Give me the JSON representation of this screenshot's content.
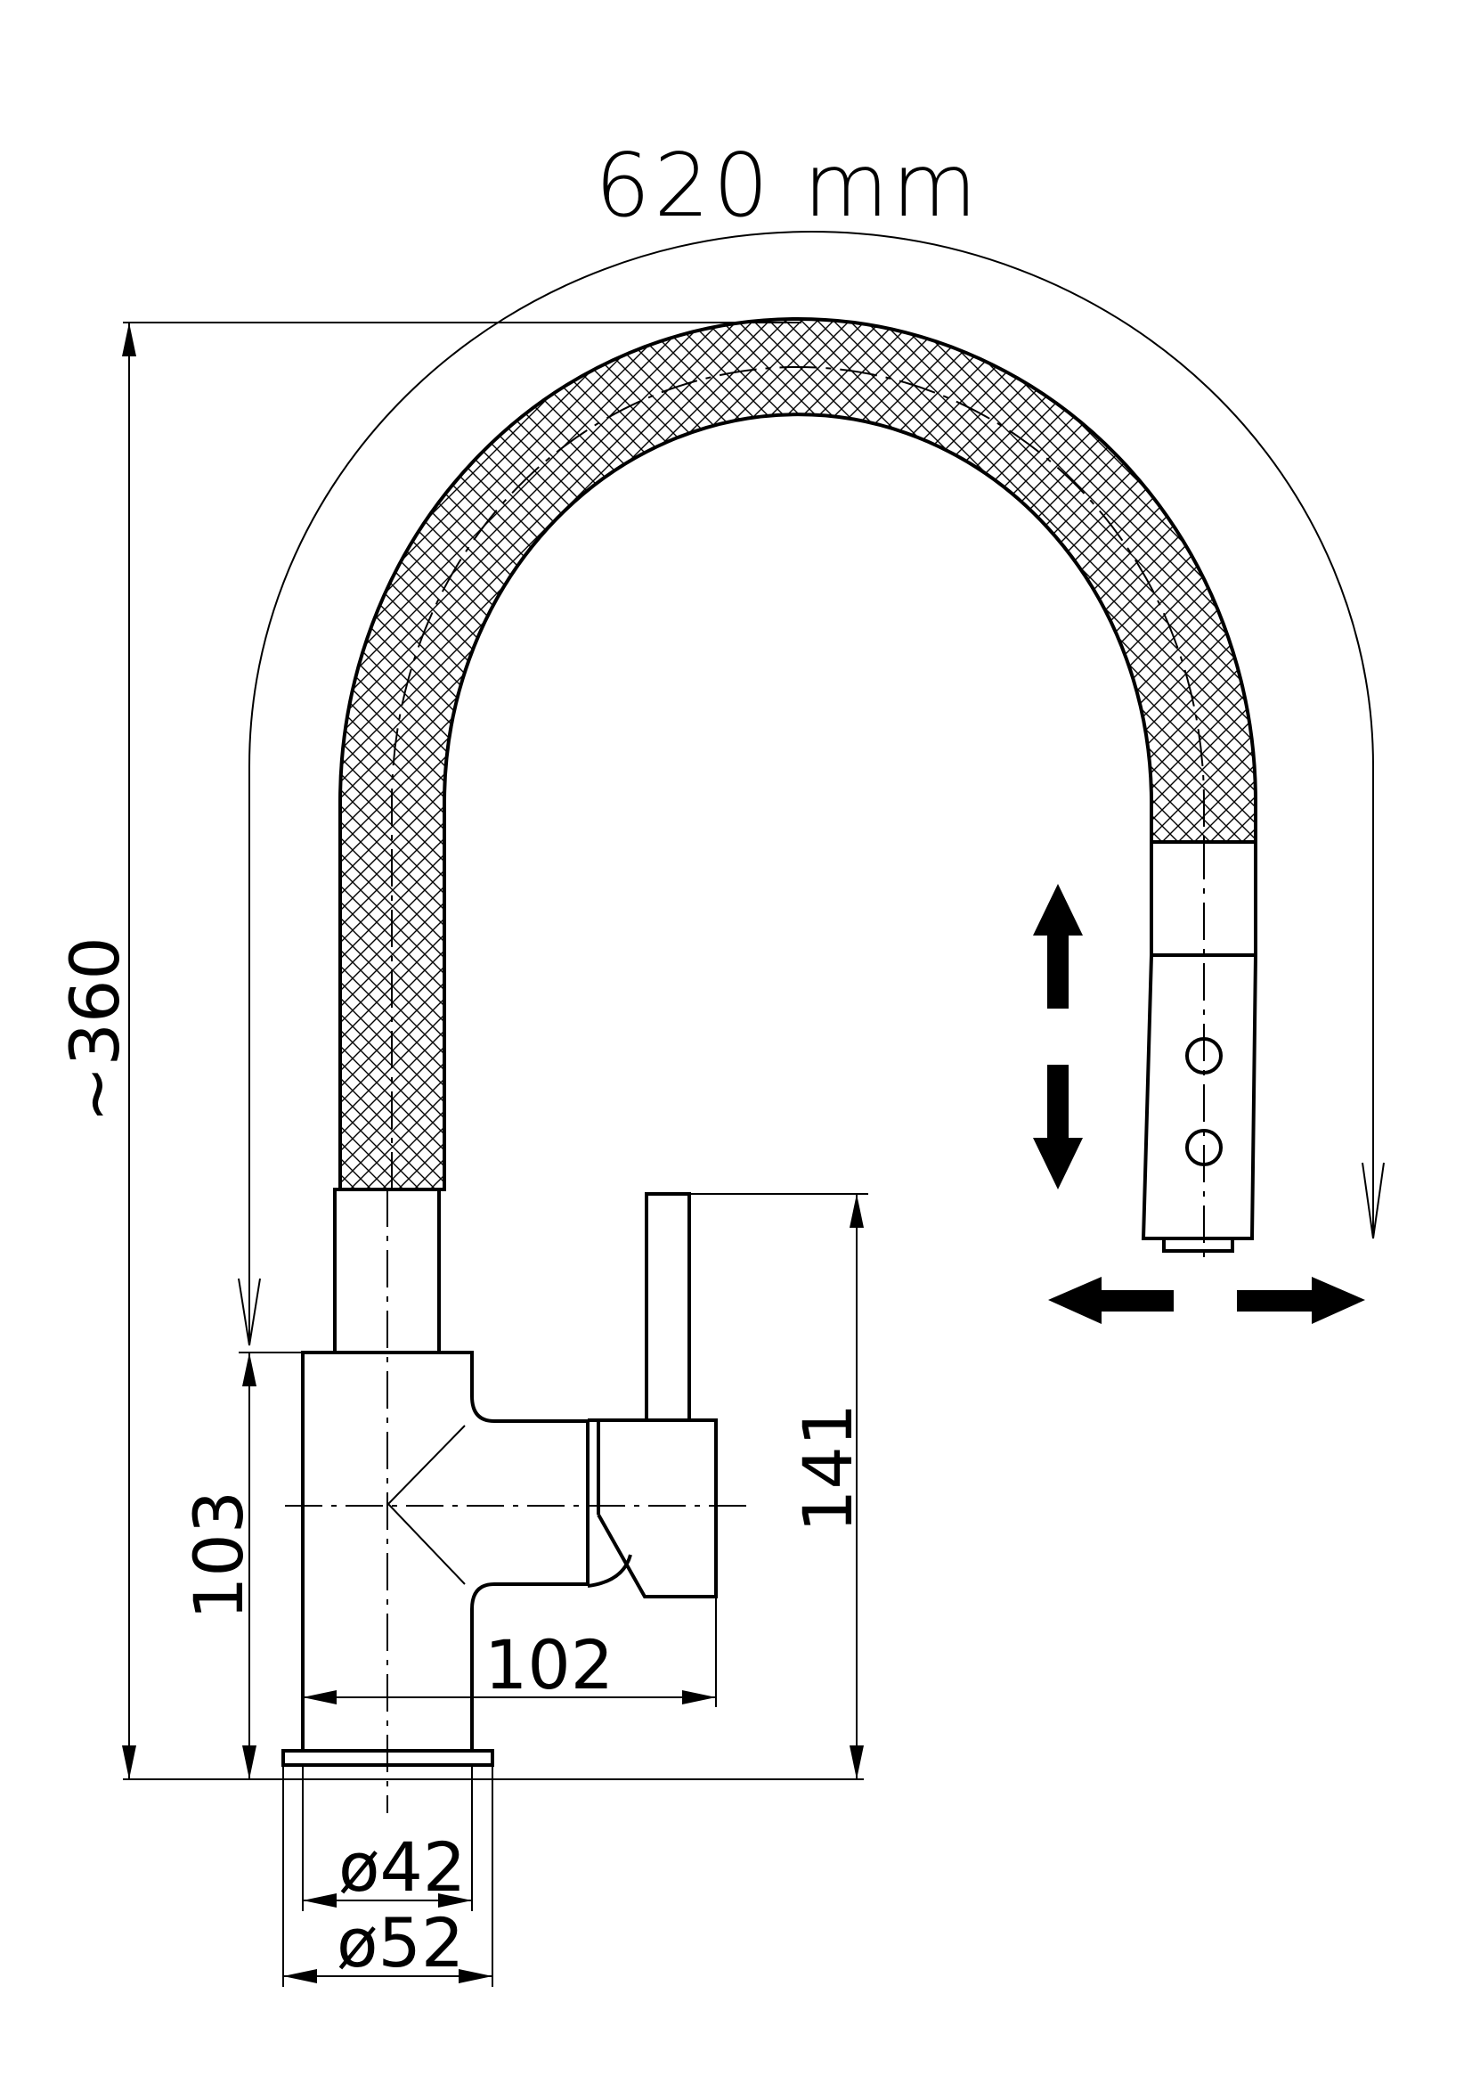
{
  "dimensions": {
    "arc_length": "620 mm",
    "total_height": "~360",
    "body_height": "103",
    "lever_height": "141",
    "spout_reach": "102",
    "inner_diameter": "ø42",
    "base_diameter": "ø52"
  },
  "colors": {
    "line": "#000000",
    "background": "#ffffff"
  },
  "icons": {
    "up_arrow": "arrow-up-icon",
    "down_arrow": "arrow-down-icon",
    "left_arrow": "arrow-left-icon",
    "right_arrow": "arrow-right-icon"
  }
}
